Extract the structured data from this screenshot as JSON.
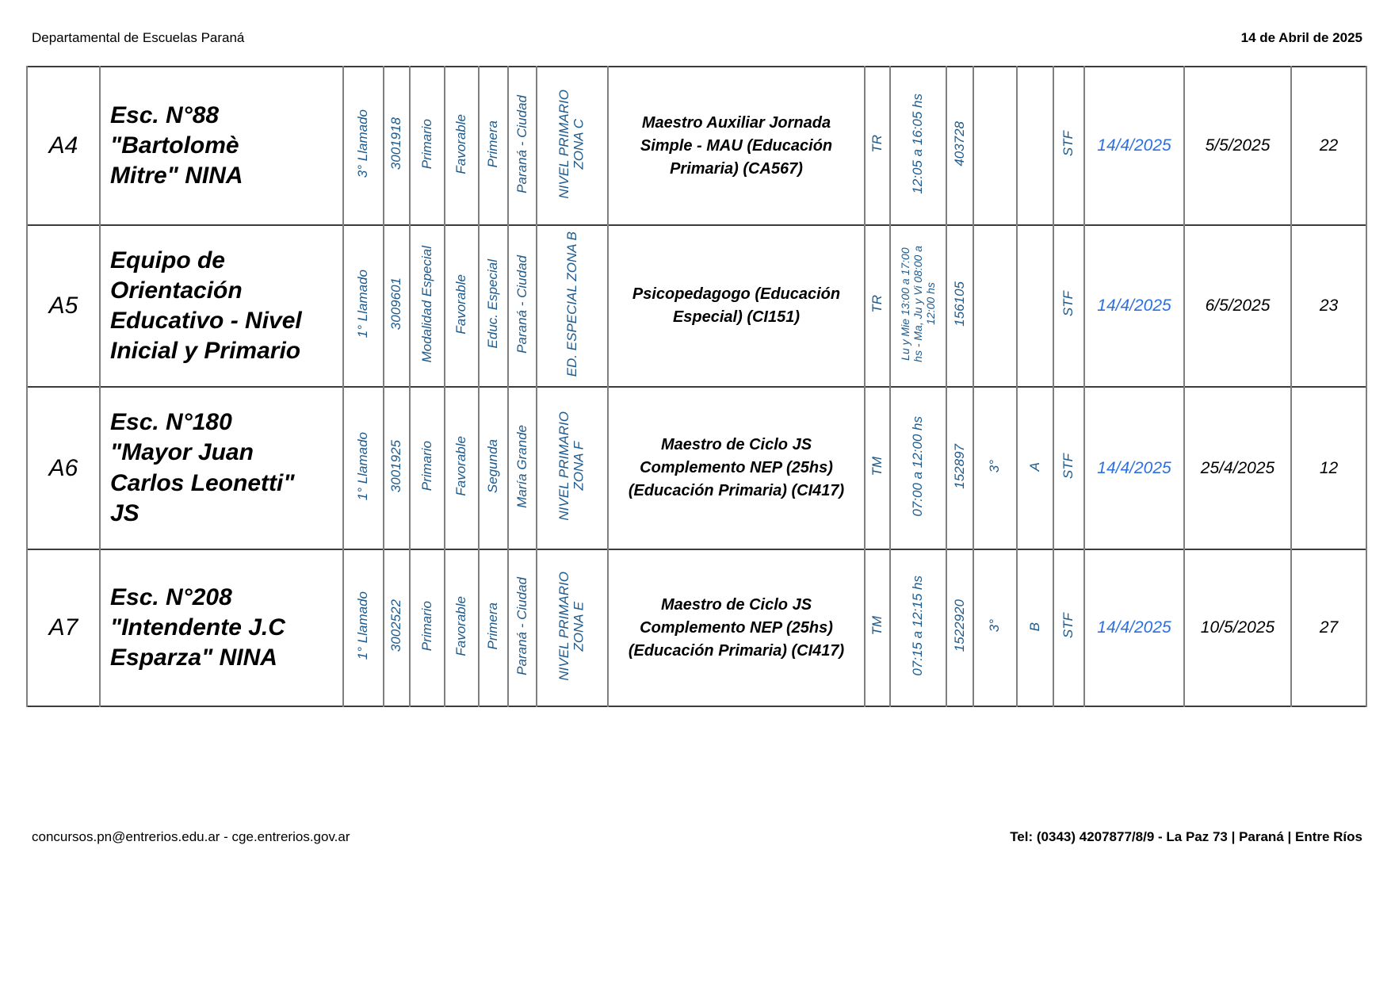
{
  "header": {
    "left": "Departamental de Escuelas Paraná",
    "right": "14 de Abril de 2025"
  },
  "footer": {
    "left": "concursos.pn@entrerios.edu.ar - cge.entrerios.gov.ar",
    "right": "Tel: (0343) 4207877/8/9 - La Paz 73 | Paraná | Entre Ríos"
  },
  "colors": {
    "rotated_text_navy": "#1E5A8C",
    "offer_date_blue": "#2B6FE0",
    "vertical_border_gray": "#7F7F7F",
    "horizontal_border_dark": "#3C3C3C"
  },
  "rows": [
    {
      "id": "A4",
      "school": "Esc. N°88\n\"Bartolomè\nMitre\" NINA",
      "llamado": "3° Llamado",
      "codigo": "3001918",
      "nivel": "Primario",
      "concepto": "Favorable",
      "categoria": "Primera",
      "localidad": "Paraná - Ciudad",
      "zona": "NIVEL PRIMARIO\nZONA C",
      "cargo": "Maestro Auxiliar Jornada Simple - MAU (Educación Primaria) (CA567)",
      "turno": "TR",
      "horario": "12:05 a 16:05 hs",
      "numero": "403728",
      "grado": "",
      "seccion": "",
      "stf": "STF",
      "fecha_oferta": "14/4/2025",
      "fecha_toma": "5/5/2025",
      "dias": "22"
    },
    {
      "id": "A5",
      "school": "Equipo de\nOrientación\nEducativo - Nivel\nInicial y Primario",
      "llamado": "1° Llamado",
      "codigo": "3009601",
      "nivel": "Modalidad Especial",
      "concepto": "Favorable",
      "categoria": "Educ. Especial",
      "localidad": "Paraná - Ciudad",
      "zona": "ED. ESPECIAL ZONA B",
      "cargo": "Psicopedagogo (Educación Especial) (CI151)",
      "turno": "TR",
      "horario": "Lu y Mie 13:00 a 17:00\nhs - Ma, Ju y Vi 08:00 a\n12:00 hs",
      "numero": "156105",
      "grado": "",
      "seccion": "",
      "stf": "STF",
      "fecha_oferta": "14/4/2025",
      "fecha_toma": "6/5/2025",
      "dias": "23"
    },
    {
      "id": "A6",
      "school": "Esc. N°180\n\"Mayor Juan\nCarlos Leonetti\"\nJS",
      "llamado": "1° Llamado",
      "codigo": "3001925",
      "nivel": "Primario",
      "concepto": "Favorable",
      "categoria": "Segunda",
      "localidad": "María Grande",
      "zona": "NIVEL PRIMARIO\nZONA F",
      "cargo": "Maestro de Ciclo JS Complemento NEP (25hs) (Educación Primaria) (CI417)",
      "turno": "TM",
      "horario": "07:00 a 12:00 hs",
      "numero": "152897",
      "grado": "3°",
      "seccion": "A",
      "stf": "STF",
      "fecha_oferta": "14/4/2025",
      "fecha_toma": "25/4/2025",
      "dias": "12"
    },
    {
      "id": "A7",
      "school": "Esc. N°208\n\"Intendente J.C\nEsparza\" NINA",
      "llamado": "1° Llamado",
      "codigo": "3002522",
      "nivel": "Primario",
      "concepto": "Favorable",
      "categoria": "Primera",
      "localidad": "Paraná - Ciudad",
      "zona": "NIVEL PRIMARIO\nZONA E",
      "cargo": "Maestro de Ciclo JS Complemento NEP (25hs) (Educación Primaria) (CI417)",
      "turno": "TM",
      "horario": "07:15 a 12:15 hs",
      "numero": "1522920",
      "grado": "3°",
      "seccion": "B",
      "stf": "STF",
      "fecha_oferta": "14/4/2025",
      "fecha_toma": "10/5/2025",
      "dias": "27"
    }
  ]
}
